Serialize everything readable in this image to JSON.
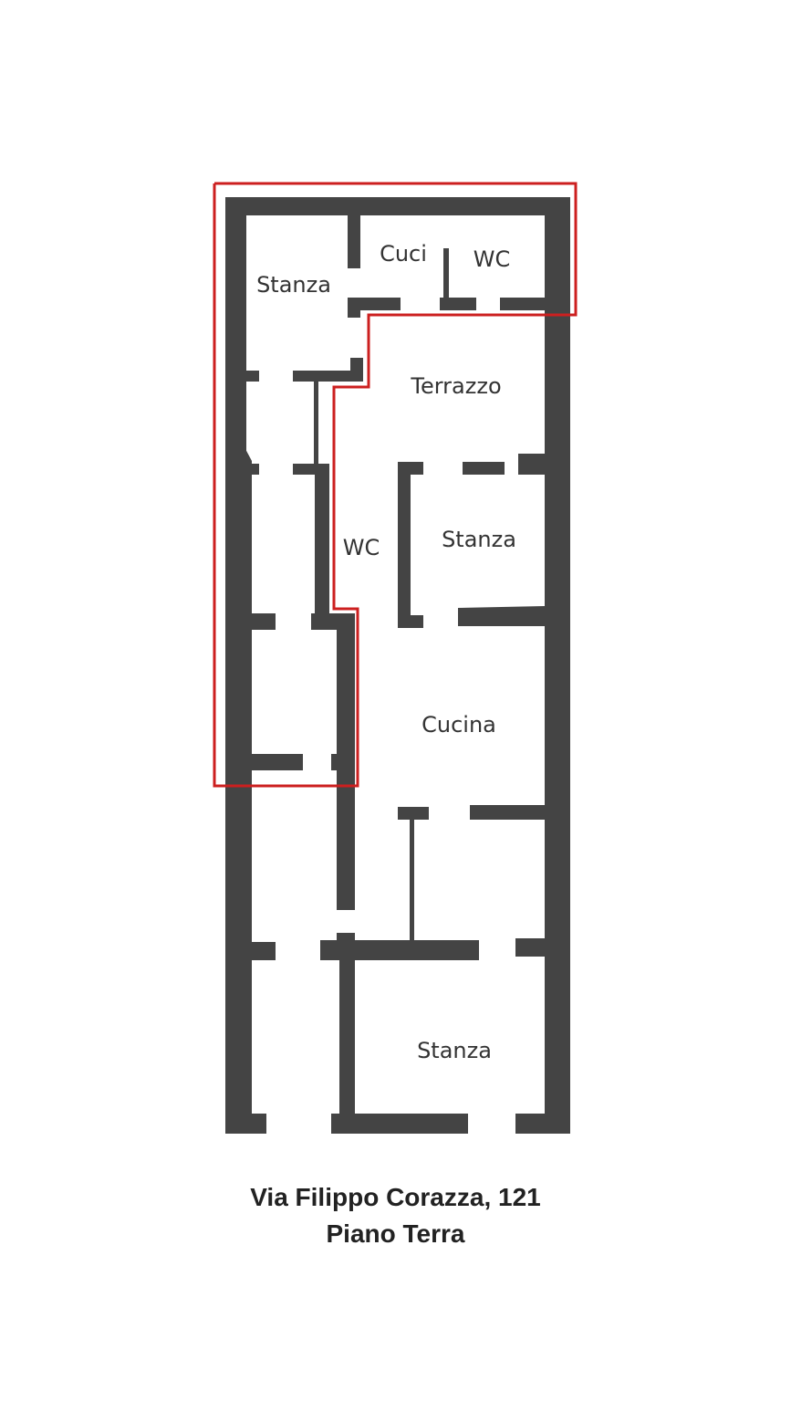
{
  "plan": {
    "rooms": {
      "stanza_top_left": "Stanza",
      "cucina_small": "Cuci",
      "wc_top": "WC",
      "terrazzo": "Terrazzo",
      "wc_middle": "WC",
      "stanza_middle": "Stanza",
      "cucina": "Cucina",
      "stanza_bottom": "Stanza"
    },
    "colors": {
      "walls": "#444444",
      "highlight_outline": "#cc1f1f"
    }
  },
  "caption": {
    "address": "Via Filippo Corazza, 121",
    "floor": "Piano Terra"
  }
}
